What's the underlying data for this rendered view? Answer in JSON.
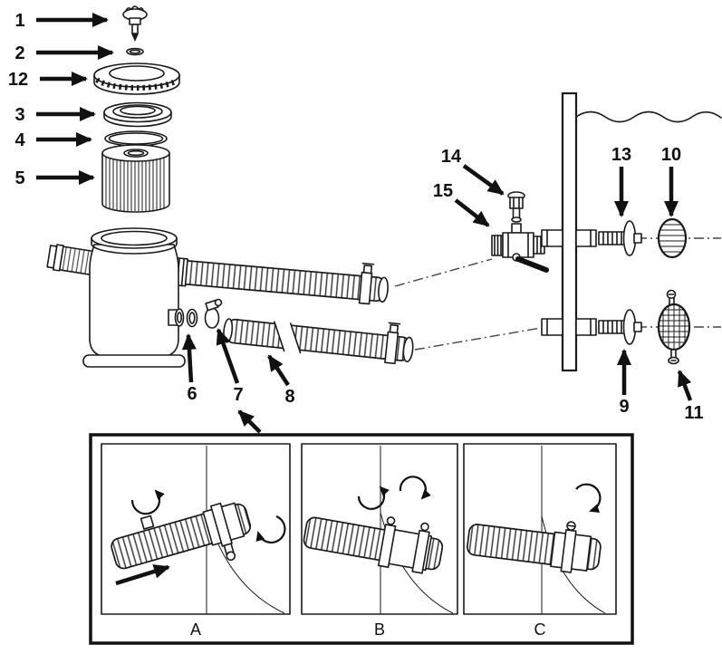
{
  "palette": {
    "ink": "#1a1a1a",
    "background": "#ffffff"
  },
  "diagram": {
    "part_labels": {
      "p1": "1",
      "p2": "2",
      "p3": "3",
      "p4": "4",
      "p5": "5",
      "p6": "6",
      "p7": "7",
      "p8": "8",
      "p9": "9",
      "p10": "10",
      "p11": "11",
      "p12": "12",
      "p13": "13",
      "p14": "14",
      "p15": "15"
    },
    "inset_steps": {
      "a": "A",
      "b": "B",
      "c": "C"
    }
  }
}
